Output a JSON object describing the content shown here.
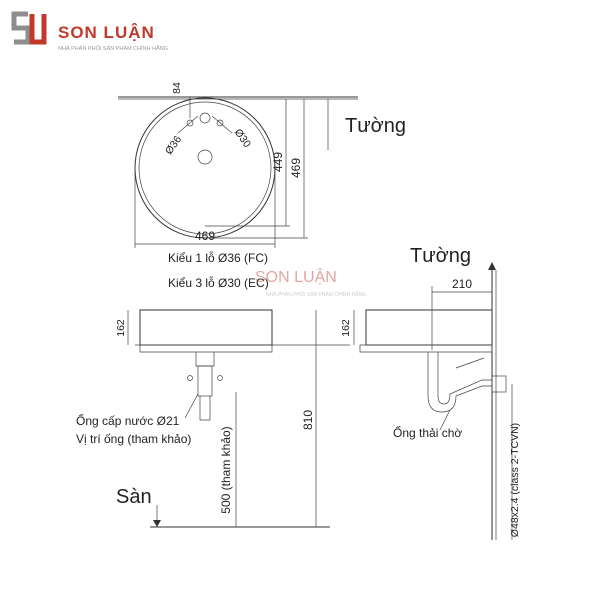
{
  "brand": {
    "name": "SON LUẬN",
    "tagline": "NHÀ PHÂN PHỐI SẢN PHẨM CHÍNH HÃNG",
    "colors": {
      "red": "#c0392b",
      "grey": "#8e8e8e"
    }
  },
  "top_view": {
    "dim_84": "84",
    "dim_width": "469",
    "dim_449": "449",
    "dim_469": "469",
    "hole_36": "Ø36",
    "hole_30": "Ø30",
    "wall_label": "Tường",
    "type1": "Kiểu 1 lỗ Ø36 (FC)",
    "type3": "Kiểu 3 lỗ Ø30 (EC)"
  },
  "front_view": {
    "dim_162": "162",
    "dim_810": "810",
    "dim_500": "500 (tham khảo)",
    "supply_pipe": "Ống cấp nước Ø21",
    "pipe_position": "Vị trí ống (tham khảo)",
    "floor_label": "Sàn"
  },
  "side_view": {
    "wall_label": "Tường",
    "dim_210": "210",
    "dim_162": "162",
    "drain_pipe": "Ống thải chờ",
    "pipe_spec": "Ø48x2.4 (class 2-TCVN)"
  },
  "watermark": {
    "name": "SON LUẬN",
    "tagline": "NHÀ PHÂN PHỐI SẢN PHẨM CHÍNH HÃNG"
  }
}
